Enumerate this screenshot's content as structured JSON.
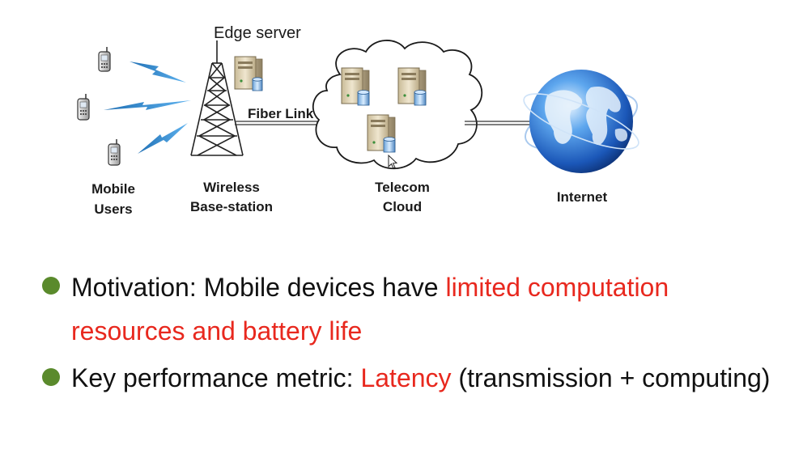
{
  "diagram": {
    "labels": {
      "edge_server": "Edge server",
      "fiber_link": "Fiber Link",
      "mobile_users_line1": "Mobile",
      "mobile_users_line2": "Users",
      "wireless_line1": "Wireless",
      "wireless_line2": "Base-station",
      "telecom_line1": "Telecom",
      "telecom_line2": "Cloud",
      "internet": "Internet"
    },
    "icons": [
      "mobile-phone-icon",
      "wireless-signal-icon",
      "cell-tower-icon",
      "server-icon",
      "cloud-icon",
      "globe-icon",
      "mouse-cursor-icon"
    ],
    "colors": {
      "signal": "#2e86c8",
      "server": "#d8ccb0",
      "globe": "#2a6fc8"
    }
  },
  "bullets": [
    {
      "prefix": "Motivation: Mobile devices have ",
      "highlight": "limited computation resources  and battery  life",
      "suffix": ""
    },
    {
      "prefix": "Key performance metric: ",
      "highlight": "Latency",
      "suffix": " (transmission + computing)"
    }
  ],
  "colors": {
    "bullet_dot": "#5a8a2c",
    "highlight": "#e8281e",
    "text": "#111111"
  }
}
